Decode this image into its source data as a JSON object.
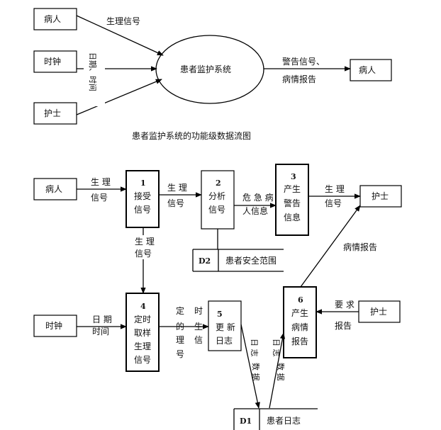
{
  "top": {
    "patient": "病人",
    "clock": "时钟",
    "nurse": "护士",
    "system": "患者监护系统",
    "out_patient": "病人",
    "flow_signal": "生理信号",
    "flow_date": "日期、时间",
    "flow_alarm": "警告信号、",
    "flow_report": "病情报告",
    "caption": "患者监护系统的功能级数据流图"
  },
  "bottom": {
    "patient": "病人",
    "clock": "时钟",
    "nurse_right": "护士",
    "nurse_req": "护士",
    "p1_num": "1",
    "p1_l1": "接受",
    "p1_l2": "信号",
    "p2_num": "2",
    "p2_l1": "分析",
    "p2_l2": "信号",
    "p3_num": "3",
    "p3_l1": "产生",
    "p3_l2": "警告",
    "p3_l3": "信息",
    "p4_num": "4",
    "p4_l1": "定时",
    "p4_l2": "取样",
    "p4_l3": "生理",
    "p4_l4": "信号",
    "p5_num": "5",
    "p5_l1": "更 新",
    "p5_l2": "日志",
    "p6_num": "6",
    "p6_l1": "产生",
    "p6_l2": "病情",
    "p6_l3": "报告",
    "d2_id": "D2",
    "d2_name": "患者安全范围",
    "d1_id": "D1",
    "d1_name": "患者日志",
    "f_in_1": "生 理",
    "f_in_2": "信号",
    "f_12_1": "生 理",
    "f_12_2": "信号",
    "f_23_1": "危 急 病",
    "f_23_2": "人信息",
    "f_3n_1": "生 理",
    "f_3n_2": "信号",
    "f_14_1": "生 理",
    "f_14_2": "信号",
    "f_clk_1": "日 期",
    "f_clk_2": "时间",
    "f_45_c1": "定",
    "f_45_c2": "的",
    "f_45_c3": "理",
    "f_45_c4": "号",
    "f_45_d1": "时",
    "f_45_d2": "生",
    "f_45_d3": "信",
    "f_6n": "病情报告",
    "f_req_1": "要 求",
    "f_req_2": "报告",
    "f_log_v1": "日 志",
    "f_log_v2": "数 据",
    "f_log_v3": "日 志",
    "f_log_v4": "数 据"
  }
}
